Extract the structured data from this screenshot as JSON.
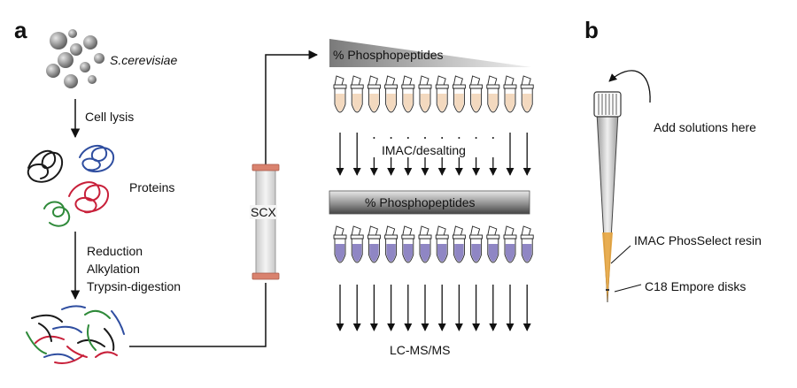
{
  "panels": {
    "a": "a",
    "b": "b"
  },
  "labels": {
    "organism": "S.cerevisiae",
    "step1": "Cell lysis",
    "proteins": "Proteins",
    "step2_line1": "Reduction",
    "step2_line2": "Alkylation",
    "step2_line3": "Trypsin-digestion",
    "column": "SCX",
    "gradient_bar": "% Phosphopeptides",
    "enrichment": "IMAC/desalting",
    "enriched_bar": "% Phosphopeptides",
    "analysis": "LC-MS/MS",
    "tip_add": "Add solutions here",
    "tip_resin": "IMAC PhosSelect resin",
    "tip_disks": "C18 Empore disks"
  },
  "colors": {
    "yeast": "#8a8a8a",
    "protein_black": "#1a1a1a",
    "protein_blue": "#2f4ea0",
    "protein_red": "#c8203a",
    "protein_green": "#2f8a3a",
    "tube_top_fill": "#f3d9bf",
    "tube_bottom_fill": "#8f86c4",
    "column_cap": "#d9826e",
    "resin": "#e8a640"
  },
  "tube_count": 12
}
